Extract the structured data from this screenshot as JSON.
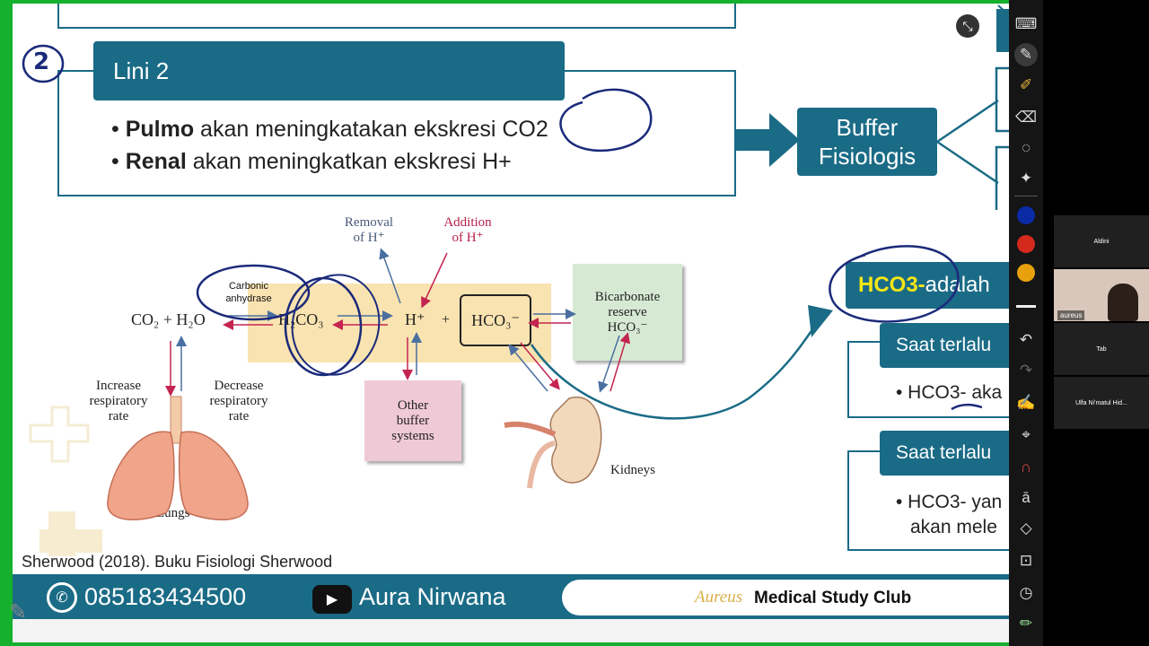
{
  "slide": {
    "marker_number": "2",
    "lini": {
      "title": "Lini 2",
      "bullet1_bold": "Pulmo",
      "bullet1_rest": " akan meningkatakan ekskresi CO2",
      "bullet2_bold": "Renal",
      "bullet2_rest": " akan meningkatkan ekskresi H+"
    },
    "buffer_box": {
      "line1": "Buffer",
      "line2": "Fisiologis"
    },
    "diagram": {
      "removal_line1": "Removal",
      "removal_line2": "of H⁺",
      "addition_line1": "Addition",
      "addition_line2": "of H⁺",
      "carbonic_line1": "Carbonic",
      "carbonic_line2": "anhydrase",
      "co2_h2o": "CO₂ + H₂O",
      "h2co3": "H₂CO₃",
      "h_plus": "H⁺",
      "plus": "+",
      "hco3": "HCO₃⁻",
      "bicarb_line1": "Bicarbonate",
      "bicarb_line2": "reserve",
      "bicarb_line3": "HCO₃⁻",
      "increase_line1": "Increase",
      "increase_line2": "respiratory",
      "increase_line3": "rate",
      "decrease_line1": "Decrease",
      "decrease_line2": "respiratory",
      "decrease_line3": "rate",
      "other_line1": "Other",
      "other_line2": "buffer",
      "other_line3": "systems",
      "lungs": "Lungs",
      "kidneys": "Kidneys"
    },
    "hco3_box": {
      "bold": "HCO3-",
      "rest": " adalah"
    },
    "saat1": "Saat terlalu",
    "saat1_bullet": "• HCO3- aka",
    "saat2": "Saat terlalu",
    "saat2_line1": "• HCO3- yan",
    "saat2_line2": "akan mele",
    "citation": "Sherwood (2018). Buku Fisiologi Sherwood",
    "footer": {
      "phone": "085183434500",
      "channel": "Aura Nirwana",
      "brand_script": "Aureus",
      "brand_bold": "Medical Study Club"
    }
  },
  "participants": [
    {
      "name": "Aldini"
    },
    {
      "name": "aureus"
    },
    {
      "name": "Tab"
    },
    {
      "name": "Ulfa Ni'matul Hid..."
    }
  ],
  "colors": {
    "teal": "#1a6b86",
    "frame_green": "#15b02e",
    "yellow_text": "#f5e616",
    "annotation_ink": "#1b2a7a"
  }
}
